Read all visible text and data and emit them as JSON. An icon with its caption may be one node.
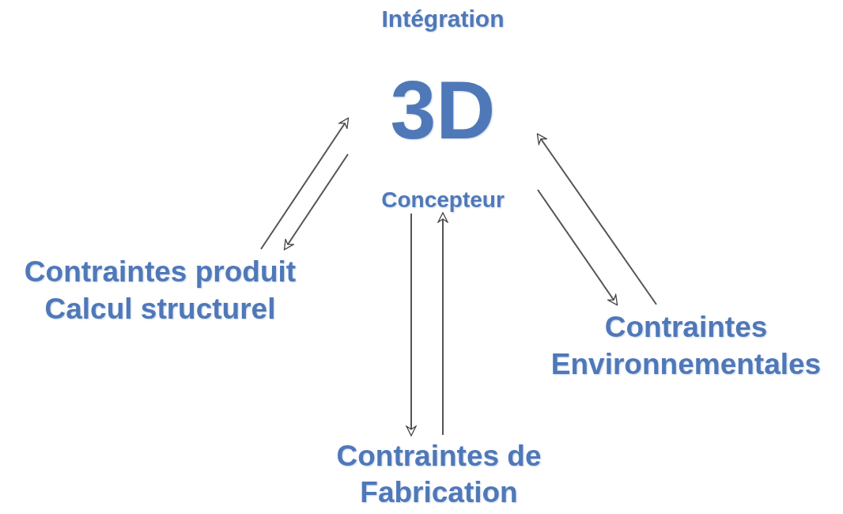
{
  "diagram": {
    "nodes": [
      {
        "text": [
          "Intégration",
          "3D",
          "Concepteur"
        ]
      },
      {
        "text": [
          "Contraintes produit Calcul structurel"
        ]
      },
      {
        "text": [
          "Contraintes de Fabrication"
        ]
      },
      {
        "text": [
          "Contraintes Environnementales"
        ]
      }
    ],
    "edges": [
      {
        "from": 1,
        "to": 0,
        "arrow": "to"
      },
      {
        "from": 0,
        "to": 1,
        "arrow": "to"
      },
      {
        "from": 0,
        "to": 2,
        "arrow": "to"
      },
      {
        "from": 2,
        "to": 0,
        "arrow": "to"
      },
      {
        "from": 0,
        "to": 3,
        "arrow": "to"
      },
      {
        "from": 3,
        "to": 0,
        "arrow": "to"
      }
    ]
  }
}
